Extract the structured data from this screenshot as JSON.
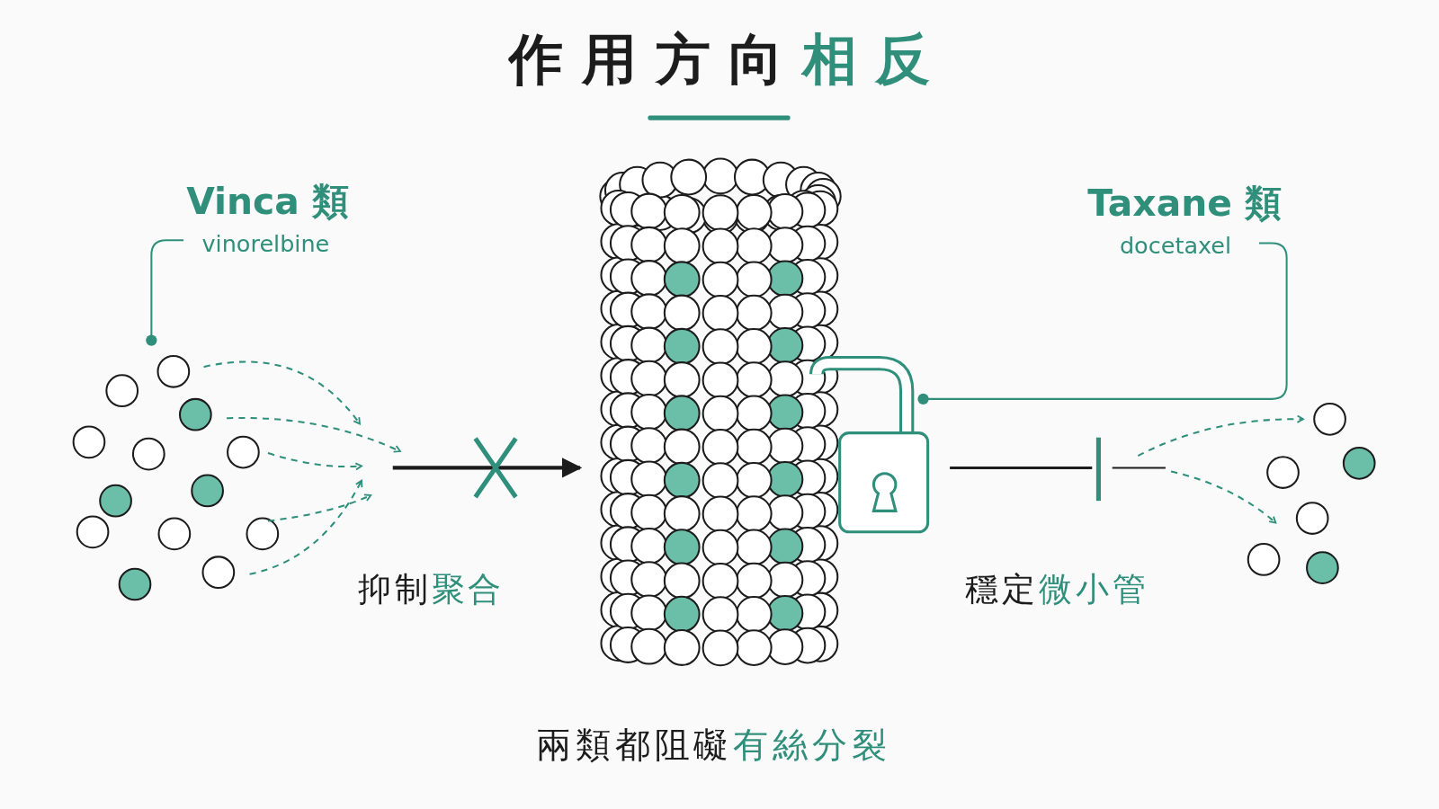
{
  "diagram": {
    "title": "作用方向相反",
    "caption": "兩類都阻礙有絲分裂",
    "labels": [
      "Vinca 類",
      "vinorelbine",
      "Taxane 類",
      "docetaxel",
      "抑制聚合",
      "穩定微小管"
    ]
  }
}
